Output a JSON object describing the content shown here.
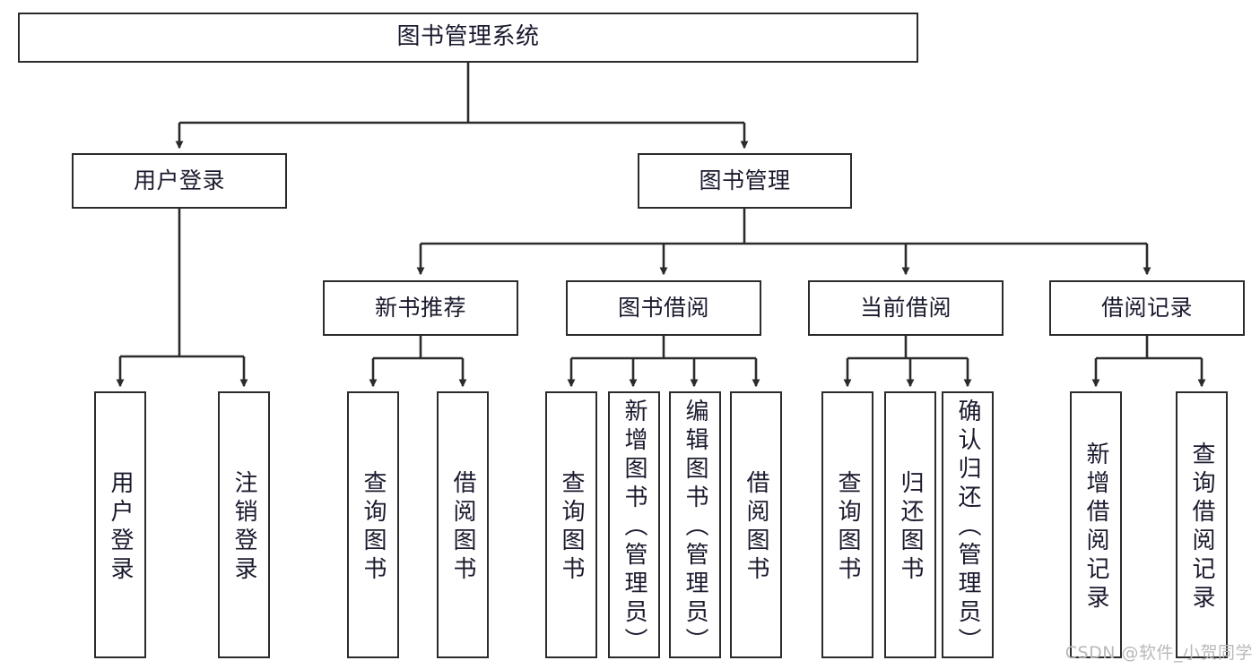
{
  "diagram": {
    "title": "图书管理系统",
    "type": "tree-hierarchy",
    "watermark": "CSDN @软件_小贺同学",
    "colors": {
      "stroke": "#2b2b2b",
      "box_fill": "#ffffff",
      "text": "#1a1a2e",
      "watermark": "#b9b9b9",
      "background": "#ffffff"
    },
    "root": {
      "label": "图书管理系统"
    },
    "level2": [
      {
        "label": "用户登录"
      },
      {
        "label": "图书管理"
      }
    ],
    "level3": [
      {
        "label": "新书推荐"
      },
      {
        "label": "图书借阅"
      },
      {
        "label": "当前借阅"
      },
      {
        "label": "借阅记录"
      }
    ],
    "leaves": {
      "user_login": [
        {
          "label": "用户登录"
        },
        {
          "label": "注销登录"
        }
      ],
      "new_book": [
        {
          "label": "查询图书"
        },
        {
          "label": "借阅图书"
        }
      ],
      "book_borrow": [
        {
          "label": "查询图书"
        },
        {
          "label": "新增图书（管理员）"
        },
        {
          "label": "编辑图书（管理员）"
        },
        {
          "label": "借阅图书"
        }
      ],
      "current_borrow": [
        {
          "label": "查询图书"
        },
        {
          "label": "归还图书"
        },
        {
          "label": "确认归还（管理员）"
        }
      ],
      "borrow_record": [
        {
          "label": "新增借阅记录"
        },
        {
          "label": "查询借阅记录"
        }
      ]
    }
  }
}
